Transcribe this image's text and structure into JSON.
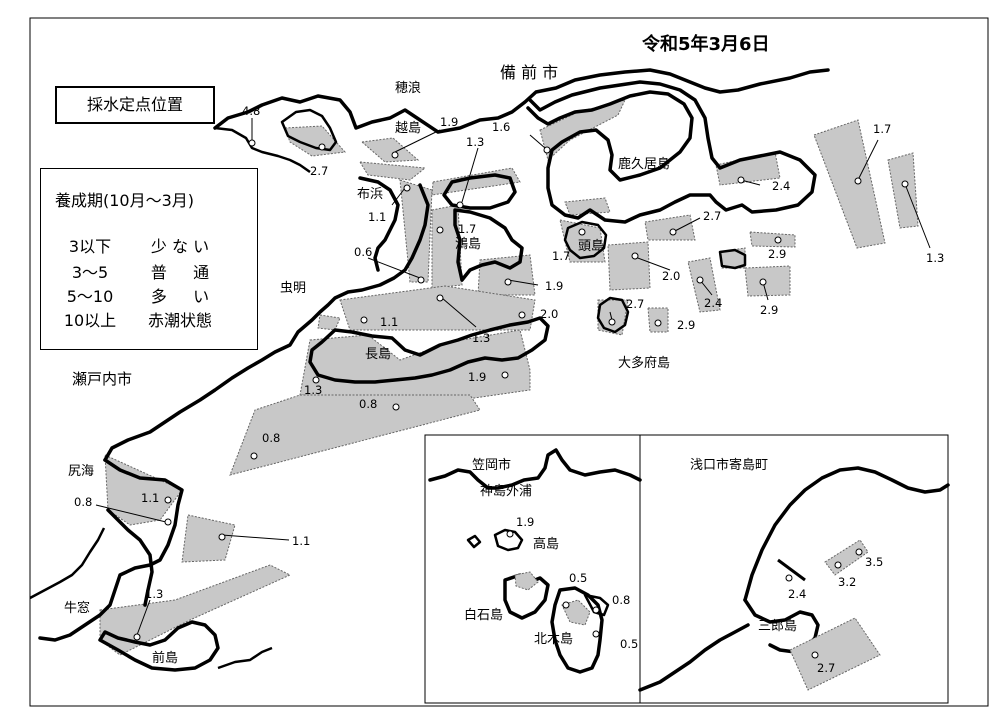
{
  "title": "令和5年3月6日",
  "sampling_label": "採水定点位置",
  "legend": {
    "title": "養成期(10月～3月)",
    "rows": [
      {
        "range": "3以下",
        "level": "少 な い"
      },
      {
        "range": "3～5",
        "level": "普 　 通"
      },
      {
        "range": "5～10",
        "level": "多 　 い"
      },
      {
        "range": "10以上",
        "level": "赤潮状態"
      }
    ]
  },
  "places": {
    "bizen": "備 前 市",
    "hoonami": "穂浪",
    "koshijima": "越島",
    "nunohama": "布浜",
    "kashikojima": "鹿久居島",
    "kamoshima": "鴻島",
    "atamajima": "頭島",
    "mushiake": "虫明",
    "nagashima": "長島",
    "oodafu": "大多府島",
    "setouchi": "瀬戸内市",
    "shirinomi": "尻海",
    "ushimado": "牛窓",
    "maejima": "前島",
    "kasaoka": "笠岡市",
    "kounoshima_soto": "神島外浦",
    "takashima": "高島",
    "shiraishi": "白石島",
    "kitagi": "北木島",
    "asakuchi": "浅口市寄島町",
    "saburo": "三郎島"
  },
  "stations": [
    {
      "id": "s1",
      "value": "4.8"
    },
    {
      "id": "s2",
      "value": "2.7"
    },
    {
      "id": "s3",
      "value": "1.9"
    },
    {
      "id": "s4",
      "value": "1.3"
    },
    {
      "id": "s5",
      "value": "1.6"
    },
    {
      "id": "s6",
      "value": "1.1"
    },
    {
      "id": "s7",
      "value": "1.7"
    },
    {
      "id": "s8",
      "value": "0.6"
    },
    {
      "id": "s9",
      "value": "1.1"
    },
    {
      "id": "s10",
      "value": "1.3"
    },
    {
      "id": "s11",
      "value": "2.0"
    },
    {
      "id": "s12",
      "value": "1.9"
    },
    {
      "id": "s13",
      "value": "1.7"
    },
    {
      "id": "s14",
      "value": "2.0"
    },
    {
      "id": "s15",
      "value": "2.7"
    },
    {
      "id": "s16",
      "value": "2.4"
    },
    {
      "id": "s17",
      "value": "2.9"
    },
    {
      "id": "s18",
      "value": "2.4"
    },
    {
      "id": "s19",
      "value": "2.9"
    },
    {
      "id": "s20",
      "value": "2.7"
    },
    {
      "id": "s21",
      "value": "2.9"
    },
    {
      "id": "s22",
      "value": "1.7"
    },
    {
      "id": "s23",
      "value": "1.3"
    },
    {
      "id": "s24",
      "value": "1.9"
    },
    {
      "id": "s25",
      "value": "1.3"
    },
    {
      "id": "s26",
      "value": "0.8"
    },
    {
      "id": "s27",
      "value": "0.8"
    },
    {
      "id": "s28",
      "value": "1.1"
    },
    {
      "id": "s29",
      "value": "0.8"
    },
    {
      "id": "s30",
      "value": "1.1"
    },
    {
      "id": "s31",
      "value": "1.3"
    },
    {
      "id": "s32",
      "value": "1.9"
    },
    {
      "id": "s33",
      "value": "0.5"
    },
    {
      "id": "s34",
      "value": "0.8"
    },
    {
      "id": "s35",
      "value": "0.5"
    },
    {
      "id": "s36",
      "value": "3.5"
    },
    {
      "id": "s37",
      "value": "3.2"
    },
    {
      "id": "s38",
      "value": "2.4"
    },
    {
      "id": "s39",
      "value": "2.7"
    }
  ]
}
